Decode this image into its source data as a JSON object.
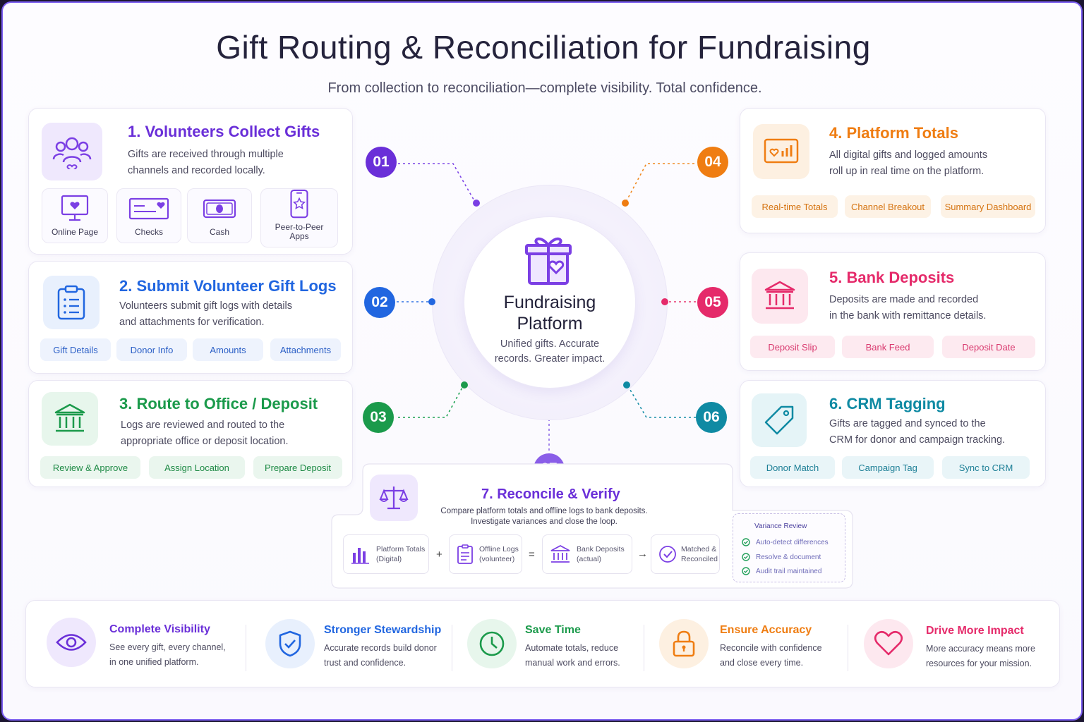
{
  "title": "Gift Routing & Reconciliation for Fundraising",
  "subtitle": "From collection to reconciliation—complete visibility. Total confidence.",
  "center": {
    "title_line1": "Fundraising",
    "title_line2": "Platform",
    "desc_line1": "Unified gifts. Accurate",
    "desc_line2": "records. Greater impact."
  },
  "steps": {
    "s1": {
      "num": "01",
      "title": "1. Volunteers Collect Gifts",
      "desc_line1": "Gifts are received through multiple",
      "desc_line2": "channels and recorded locally.",
      "channels": [
        "Online Page",
        "Checks",
        "Cash",
        "Peer-to-Peer",
        "Apps"
      ],
      "color": "#6a2fd8"
    },
    "s2": {
      "num": "02",
      "title": "2. Submit Volunteer Gift Logs",
      "desc_line1": "Volunteers submit gift logs with details",
      "desc_line2": "and attachments for verification.",
      "chips": [
        "Gift Details",
        "Donor Info",
        "Amounts",
        "Attachments"
      ],
      "color": "#2166e0"
    },
    "s3": {
      "num": "03",
      "title": "3. Route to Office / Deposit",
      "desc_line1": "Logs are reviewed and routed to the",
      "desc_line2": "appropriate office or deposit location.",
      "chips": [
        "Review & Approve",
        "Assign Location",
        "Prepare Deposit"
      ],
      "color": "#1b9a4b"
    },
    "s4": {
      "num": "04",
      "title": "4. Platform Totals",
      "desc_line1": "All digital gifts and logged amounts",
      "desc_line2": "roll up in real time on the platform.",
      "chips": [
        "Real-time Totals",
        "Channel Breakout",
        "Summary Dashboard"
      ],
      "color": "#ef7d12"
    },
    "s5": {
      "num": "05",
      "title": "5. Bank Deposits",
      "desc_line1": "Deposits are made and recorded",
      "desc_line2": "in the bank with remittance details.",
      "chips": [
        "Deposit Slip",
        "Bank Feed",
        "Deposit Date"
      ],
      "color": "#e52a6a"
    },
    "s6": {
      "num": "06",
      "title": "6. CRM Tagging",
      "desc_line1": "Gifts are tagged and synced to the",
      "desc_line2": "CRM for donor and campaign tracking.",
      "chips": [
        "Donor Match",
        "Campaign Tag",
        "Sync to CRM"
      ],
      "color": "#0f8aa3"
    },
    "s7": {
      "num": "07",
      "title": "7. Reconcile & Verify",
      "desc_line1": "Compare platform totals and offline logs to bank deposits.",
      "desc_line2": "Investigate variances and close the loop.",
      "color": "#6a2fd8",
      "equation": {
        "a_line1": "Platform Totals",
        "a_line2": "(Digital)",
        "plus": "+",
        "b_line1": "Offline Logs",
        "b_line2": "(volunteer)",
        "equals": "=",
        "c_line1": "Bank Deposits",
        "c_line2": "(actual)",
        "arrow": "→",
        "d_line1": "Matched &",
        "d_line2": "Reconciled"
      },
      "variance": {
        "title": "Variance Review",
        "items": [
          "Auto-detect differences",
          "Resolve & document",
          "Audit trail maintained"
        ]
      }
    }
  },
  "benefits": [
    {
      "title": "Complete Visibility",
      "desc_line1": "See every gift, every channel,",
      "desc_line2": "in one unified platform.",
      "color": "#6a2fd8",
      "icon": "eye-icon"
    },
    {
      "title": "Stronger Stewardship",
      "desc_line1": "Accurate records build donor",
      "desc_line2": "trust and confidence.",
      "color": "#2166e0",
      "icon": "shield-check-icon"
    },
    {
      "title": "Save Time",
      "desc_line1": "Automate totals, reduce",
      "desc_line2": "manual work and errors.",
      "color": "#1b9a4b",
      "icon": "clock-icon"
    },
    {
      "title": "Ensure Accuracy",
      "desc_line1": "Reconcile with confidence",
      "desc_line2": "and close every time.",
      "color": "#ef7d12",
      "icon": "lock-icon"
    },
    {
      "title": "Drive More Impact",
      "desc_line1": "More accuracy means more",
      "desc_line2": "resources for your mission.",
      "color": "#e52a6a",
      "icon": "heart-icon"
    }
  ]
}
